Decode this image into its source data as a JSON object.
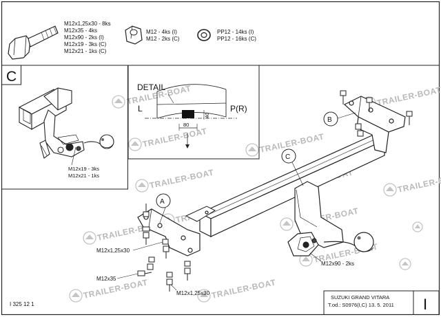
{
  "hardware": {
    "bolt_specs": [
      "M12x1,25x30 - 8ks",
      "M12x35 - 4ks",
      "M12x90 - 2ks (I)",
      "M12x19 - 3ks (C)",
      "M12x21 - 1ks (C)"
    ],
    "nut_specs": [
      "M12 - 4ks (I)",
      "M12 - 2ks (C)"
    ],
    "washer_specs": [
      "PP12 - 14ks (I)",
      "PP12 - 16ks (C)"
    ]
  },
  "variant_c": {
    "letter": "C",
    "labels": [
      "M12x19 - 3ks",
      "M12x21 - 1ks"
    ]
  },
  "detail": {
    "title": "DETAIL",
    "left_label": "L",
    "right_label": "P(R)",
    "dim_width": "80",
    "dim_height": "40"
  },
  "callouts": {
    "a": "A",
    "b": "B",
    "c": "C"
  },
  "assembly_labels": {
    "m12x125x30_top": "M12x1,25x30",
    "m12x35": "M12x35",
    "m12x125x30_bottom": "M12x1,25x30",
    "m12x90": "M12x90 - 2ks"
  },
  "watermark": "TRAILER-BOAT",
  "footer": {
    "drawing_number": "I 325 12 1",
    "vehicle": "SUZUKI GRAND VITARA",
    "model_code": "T.od.: S0976(I,C)  13. 5. 2011",
    "sheet_letter": "I"
  }
}
